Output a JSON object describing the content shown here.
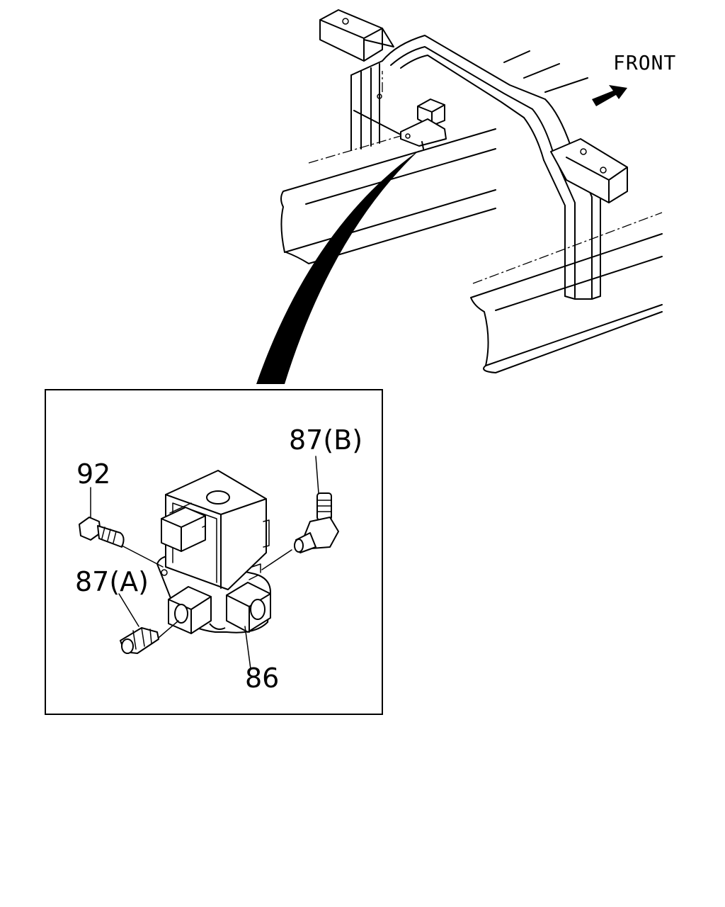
{
  "labels": {
    "front": "FRONT",
    "part_92": "92",
    "part_87a": "87(A)",
    "part_87b": "87(B)",
    "part_86": "86"
  }
}
